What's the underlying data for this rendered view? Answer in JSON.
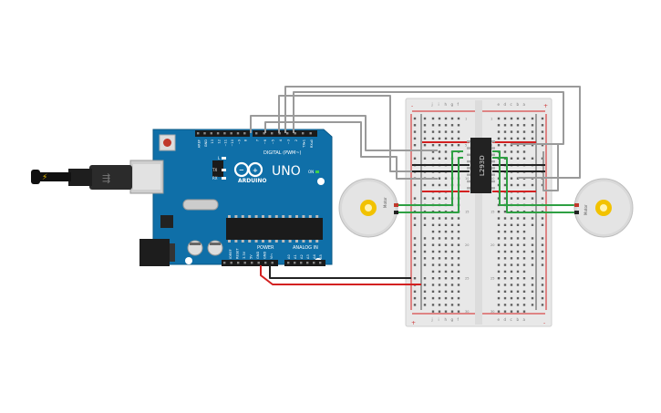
{
  "arduino": {
    "logo_text": "ARDUINO",
    "model": "UNO",
    "digital_header_label": "DIGITAL (PWM~)",
    "power_label": "POWER",
    "analog_label": "ANALOG IN",
    "on_label": "ON",
    "led_labels": [
      "L",
      "TX",
      "RX"
    ],
    "top_pin_labels": [
      "AREF",
      "GND",
      "13",
      "12",
      "~11",
      "~10",
      "~9",
      "8",
      "7",
      "~6",
      "~5",
      "4",
      "~3",
      "2",
      "TX▸1",
      "RX◂0"
    ],
    "power_pin_labels": [
      "IOREF",
      "RESET",
      "3.3V",
      "5V",
      "GND",
      "GND",
      "Vin"
    ],
    "analog_pin_labels": [
      "A0",
      "A1",
      "A2",
      "A3",
      "A4",
      "A5"
    ]
  },
  "ic": {
    "label": "L293D"
  },
  "breadboard": {
    "col_labels_left": [
      "j",
      "i",
      "h",
      "g",
      "f"
    ],
    "col_labels_right": [
      "e",
      "d",
      "c",
      "b",
      "a"
    ],
    "row_numbers": [
      "1",
      "5",
      "10",
      "15",
      "20",
      "25",
      "30"
    ],
    "rail_marks": [
      "-",
      "+"
    ]
  },
  "motors": [
    {
      "label": "Motor"
    },
    {
      "label": "Motor"
    }
  ],
  "colors": {
    "board_blue": "#0f6fa8",
    "breadboard": "#e8e8e8",
    "wire_gray": "#9a9a9a",
    "wire_red": "#d32020",
    "wire_black": "#222222",
    "wire_green": "#2ea043",
    "ic_body": "#222222",
    "motor_gear": "#f2c200"
  }
}
